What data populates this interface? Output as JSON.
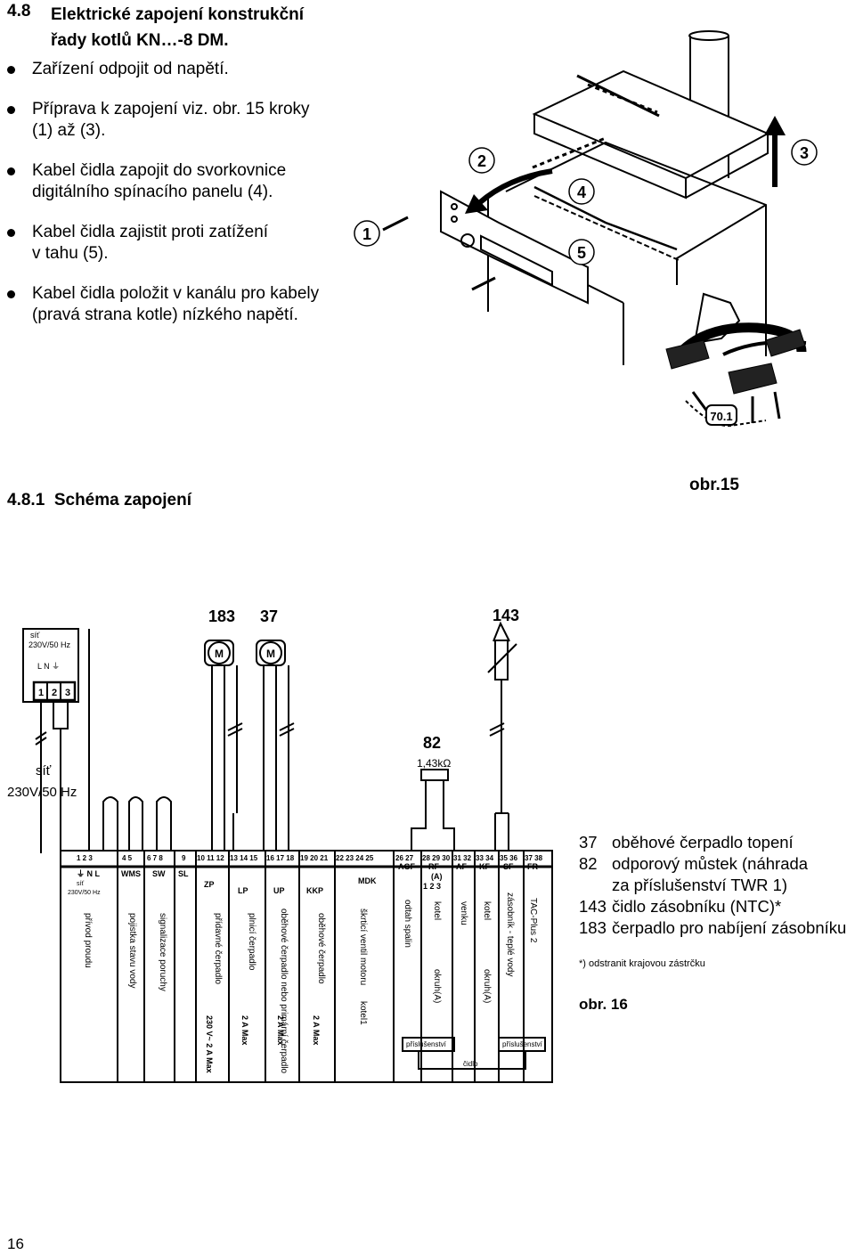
{
  "section": {
    "number": "4.8",
    "title_line1": "Elektrické zapojení konstrukční",
    "title_line2": "řady kotlů KN…-8 DM."
  },
  "steps": [
    {
      "line1": "Zařízení odpojit od napětí.",
      "line2": ""
    },
    {
      "line1": "Příprava k zapojení viz. obr. 15 kroky",
      "line2": "(1) až (3)."
    },
    {
      "line1": "Kabel čidla zapojit do svorkovnice",
      "line2": "digitálního  spínacího panelu (4)."
    },
    {
      "line1": "Kabel čidla zajistit proti zatížení",
      "line2": "v tahu (5)."
    },
    {
      "line1": "Kabel čidla položit v kanálu pro kabely",
      "line2": "(pravá strana kotle) nízkého napětí."
    }
  ],
  "figure15": {
    "callouts": [
      "1",
      "2",
      "3",
      "4",
      "5"
    ],
    "ref": "70.1",
    "caption": "obr.15"
  },
  "subsection": {
    "number": "4.8.1",
    "title": "Schéma zapojení"
  },
  "schema": {
    "mains_box": {
      "label1": "síť",
      "label2": "230V/50 Hz",
      "terminals": "L  N  ⏚",
      "blocks": [
        "1",
        "2",
        "3"
      ]
    },
    "mains_cable": {
      "label1": "síť",
      "label2": "230V/50 Hz"
    },
    "components": {
      "c183": "183",
      "c37": "37",
      "c143": "143",
      "c82": "82",
      "c82_value": "1,43kΩ",
      "motor": "M"
    },
    "terminal_groups": [
      {
        "nums": "1  2  3",
        "code": "⏚ N  L",
        "extra1": "síť",
        "extra2": "230V/50 Hz",
        "desc": "přívod proudu",
        "rating": ""
      },
      {
        "nums": "4  5",
        "code": "WMS",
        "desc": "pojistka stavu vody",
        "rating": ""
      },
      {
        "nums": "6  7  8",
        "code": "SW",
        "desc": "signalizace poruchy",
        "rating": ""
      },
      {
        "nums": "9",
        "code": "SL",
        "desc": "",
        "rating": ""
      },
      {
        "nums": "10 11 12",
        "code": "ZP",
        "desc": "přídavné čerpadlo",
        "rating": "230 V~  2 A Max"
      },
      {
        "nums": "13 14 15",
        "code": "LP",
        "desc": "plnicí čerpadlo",
        "rating": "2 A Max"
      },
      {
        "nums": "16 17 18",
        "code": "UP",
        "desc": "oběhové čerpadlo nebo primární čerpadlo",
        "rating": "2 A Max"
      },
      {
        "nums": "19 20 21",
        "code": "KKP",
        "desc": "oběhové čerpadlo",
        "rating": "2 A Max"
      },
      {
        "nums": "22 23 24 25",
        "code": "MDK",
        "desc": "škrticí ventil motoru",
        "desc2": "kotel1",
        "rating": ""
      },
      {
        "nums": "26 27",
        "code": "AGF",
        "desc": "odtah spalin",
        "rating": ""
      },
      {
        "nums": "28 29 30",
        "code": "RF",
        "sub": "(A)",
        "sub2": "1  2  3",
        "desc": "kotel",
        "desc2": "okruh(A)",
        "rating": ""
      },
      {
        "nums": "31 32",
        "code": "AF",
        "desc": "venku",
        "rating": ""
      },
      {
        "nums": "33 34",
        "code": "KF",
        "desc": "kotel",
        "desc2": "okruh(A)",
        "rating": ""
      },
      {
        "nums": "35 36",
        "code": "SF",
        "desc": "zásobník - teplé vody",
        "rating": ""
      },
      {
        "nums": "37 38",
        "code": "FR",
        "desc": "TAC-Plus 2",
        "rating": ""
      }
    ],
    "accessory_label": "příslušenství",
    "sensor_label": "čidlo"
  },
  "legend": [
    {
      "num": "37",
      "text": "oběhové čerpadlo topení"
    },
    {
      "num": "82",
      "text": "odporový můstek (náhrada",
      "cont": "za příslušenství TWR 1)"
    },
    {
      "num": "143",
      "text": "čidlo zásobníku (NTC)*"
    },
    {
      "num": "183",
      "text": "čerpadlo pro nabíjení zásobníku"
    }
  ],
  "footnote": "*) odstranit krajovou zástrčku",
  "figure16_caption": "obr. 16",
  "page_number": "16"
}
